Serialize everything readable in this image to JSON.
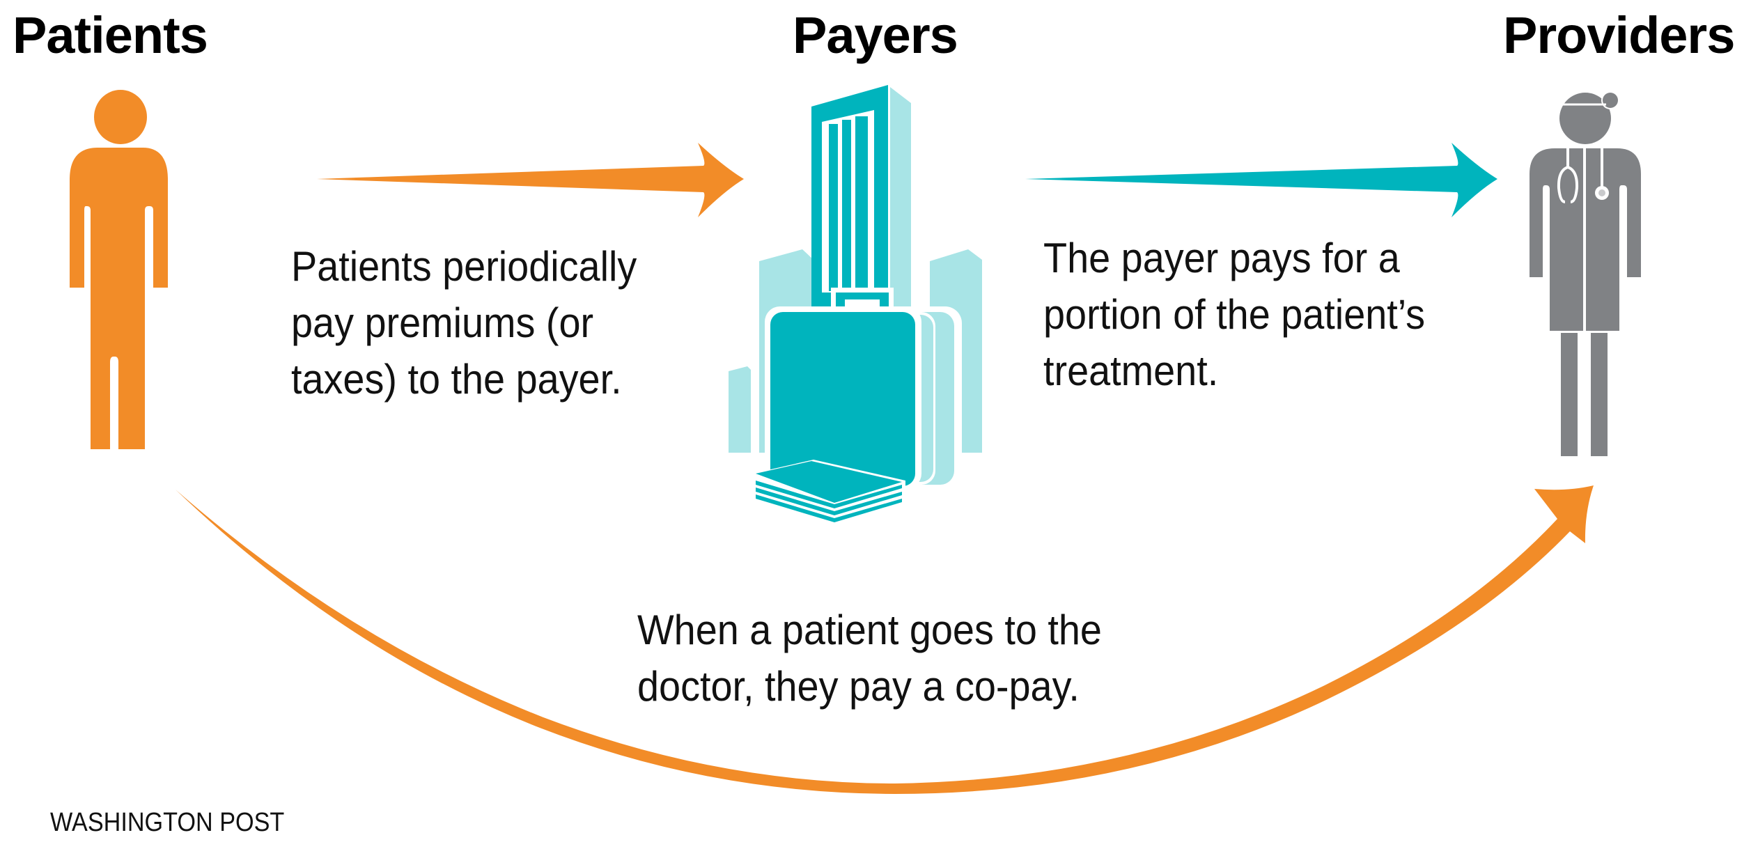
{
  "diagram": {
    "nodes": [
      {
        "id": "patients",
        "label": "Patients",
        "icon": "person-icon",
        "color": "#f28c28"
      },
      {
        "id": "payers",
        "label": "Payers",
        "icon": "office-building-briefcase-icon",
        "color": "#00b4bd"
      },
      {
        "id": "providers",
        "label": "Providers",
        "icon": "doctor-icon",
        "color": "#808285"
      }
    ],
    "edges": [
      {
        "from": "patients",
        "to": "payers",
        "color": "#f28c28",
        "lines": [
          "Patients periodically",
          "pay premiums (or",
          "taxes) to the payer."
        ]
      },
      {
        "from": "payers",
        "to": "providers",
        "color": "#00b4bd",
        "lines": [
          "The payer pays for a",
          "portion of the patient’s",
          "treatment."
        ]
      },
      {
        "from": "patients",
        "to": "providers",
        "color": "#f28c28",
        "lines": [
          "When a patient goes to the",
          "doctor, they pay a co-pay."
        ]
      }
    ]
  },
  "colors": {
    "orange": "#f28c28",
    "teal": "#00b4bd",
    "light_teal": "#a8e4e6",
    "gray": "#808285"
  },
  "footer": {
    "credit": "WASHINGTON POST"
  }
}
